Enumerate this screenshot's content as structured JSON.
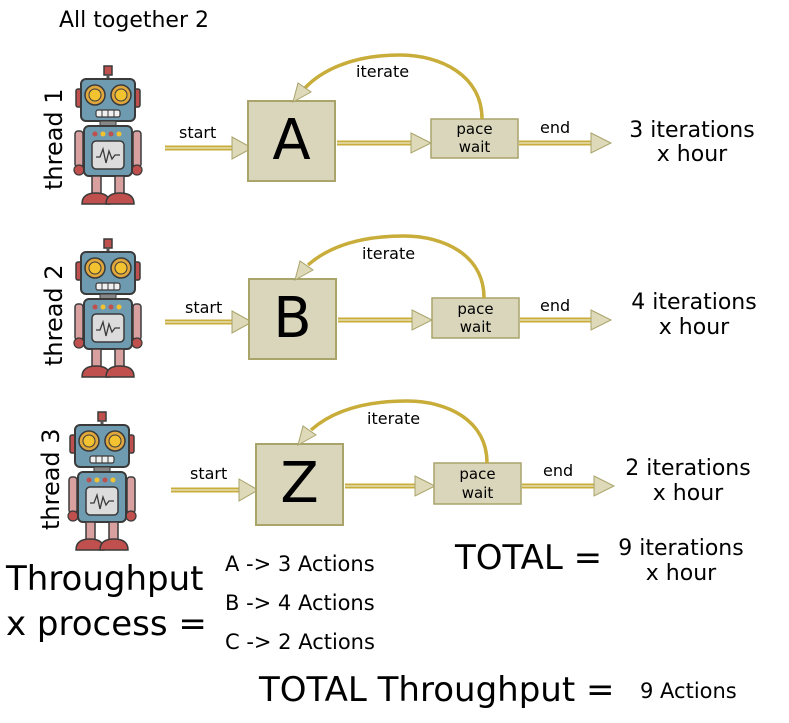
{
  "title": "All together 2",
  "colors": {
    "arrow": "#c9ad3a",
    "arrow_light": "#e6dfb6",
    "box_fill": "#d9d6bc",
    "box_stroke": "#a9a46a",
    "arrowhead": "#ddd9b9",
    "robot_body": "#6f9bb0",
    "robot_accent": "#c0504d",
    "robot_eye": "#f2c230"
  },
  "threads": [
    {
      "label": "thread 1",
      "process": "A",
      "start": "start",
      "iterate": "iterate",
      "pace_line1": "pace",
      "pace_line2": "wait",
      "end": "end",
      "iterations_line1": "3 iterations",
      "iterations_line2": "x hour"
    },
    {
      "label": "thread 2",
      "process": "B",
      "start": "start",
      "iterate": "iterate",
      "pace_line1": "pace",
      "pace_line2": "wait",
      "end": "end",
      "iterations_line1": "4 iterations",
      "iterations_line2": "x hour"
    },
    {
      "label": "thread 3",
      "process": "Z",
      "start": "start",
      "iterate": "iterate",
      "pace_line1": "pace",
      "pace_line2": "wait",
      "end": "end",
      "iterations_line1": "2 iterations",
      "iterations_line2": "x hour"
    }
  ],
  "total": {
    "label": "TOTAL =",
    "value_line1": "9 iterations",
    "value_line2": "x hour"
  },
  "throughput": {
    "label_line1": "Throughput",
    "label_line2": "x process =",
    "items": [
      "A -> 3 Actions",
      "B -> 4 Actions",
      "C -> 2 Actions"
    ]
  },
  "total_throughput": {
    "label": "TOTAL Throughput =",
    "value": "9 Actions"
  }
}
